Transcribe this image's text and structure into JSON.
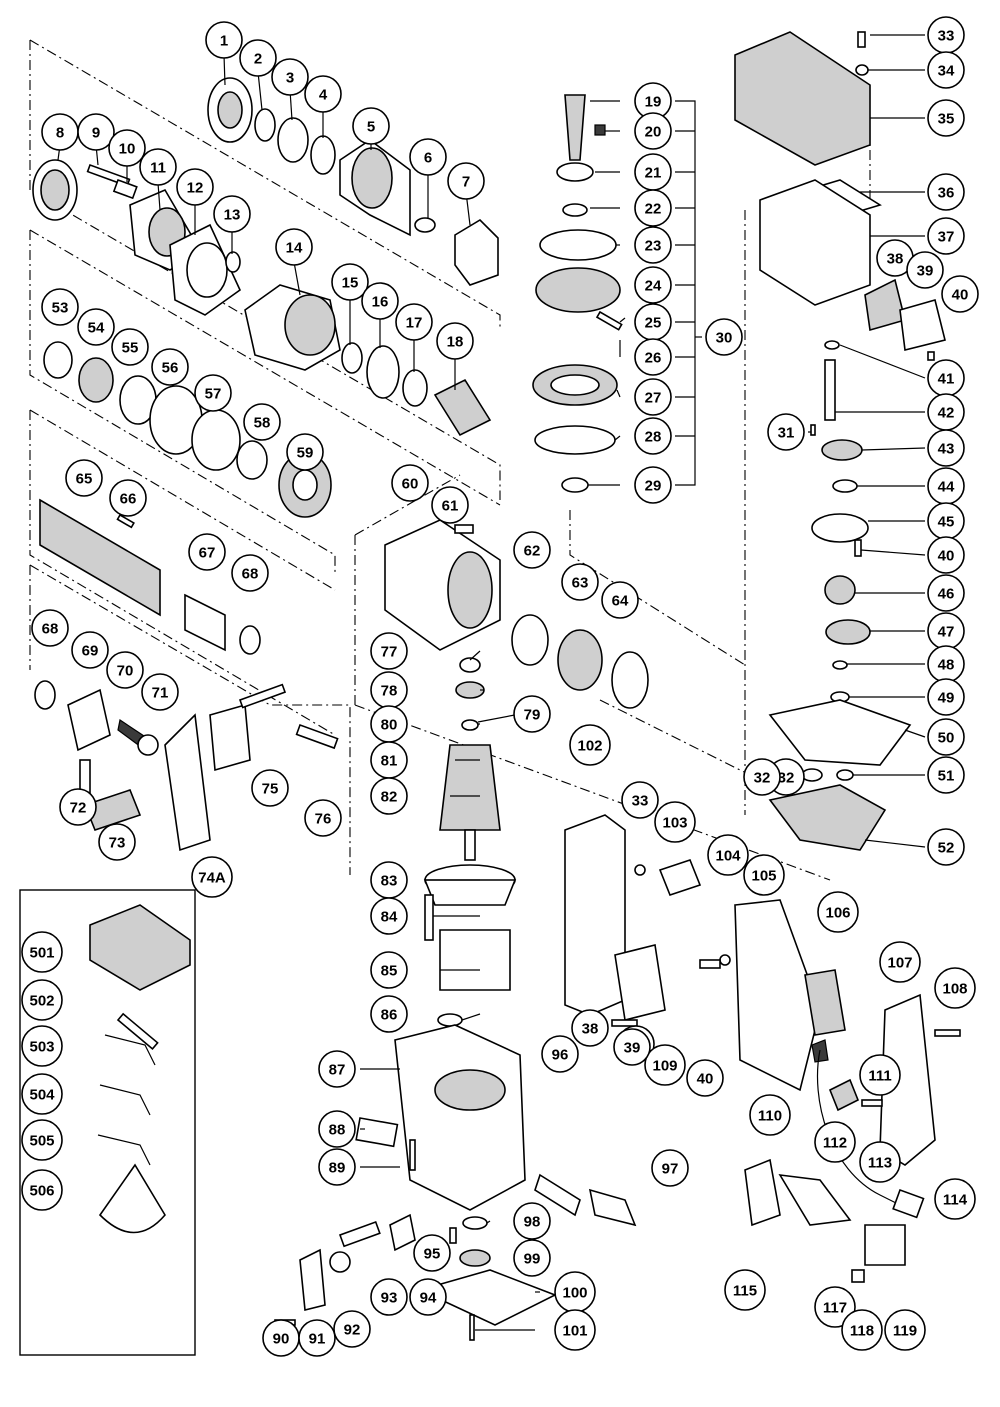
{
  "callouts": [
    {
      "label": "1",
      "kind": "part-number"
    },
    {
      "label": "2",
      "kind": "part-number"
    },
    {
      "label": "3",
      "kind": "part-number"
    },
    {
      "label": "4",
      "kind": "part-number"
    },
    {
      "label": "5",
      "kind": "part-number"
    },
    {
      "label": "6",
      "kind": "part-number"
    },
    {
      "label": "7",
      "kind": "part-number"
    },
    {
      "label": "8",
      "kind": "part-number"
    },
    {
      "label": "9",
      "kind": "part-number"
    },
    {
      "label": "10",
      "kind": "part-number"
    },
    {
      "label": "11",
      "kind": "part-number"
    },
    {
      "label": "12",
      "kind": "part-number"
    },
    {
      "label": "13",
      "kind": "part-number"
    },
    {
      "label": "14",
      "kind": "part-number"
    },
    {
      "label": "15",
      "kind": "part-number"
    },
    {
      "label": "16",
      "kind": "part-number"
    },
    {
      "label": "17",
      "kind": "part-number"
    },
    {
      "label": "18",
      "kind": "part-number"
    },
    {
      "label": "19",
      "kind": "part-number"
    },
    {
      "label": "20",
      "kind": "part-number"
    },
    {
      "label": "21",
      "kind": "part-number"
    },
    {
      "label": "22",
      "kind": "part-number"
    },
    {
      "label": "23",
      "kind": "part-number"
    },
    {
      "label": "24",
      "kind": "part-number"
    },
    {
      "label": "25",
      "kind": "part-number"
    },
    {
      "label": "26",
      "kind": "part-number"
    },
    {
      "label": "27",
      "kind": "part-number"
    },
    {
      "label": "28",
      "kind": "part-number"
    },
    {
      "label": "29",
      "kind": "part-number"
    },
    {
      "label": "30",
      "kind": "part-number"
    },
    {
      "label": "31",
      "kind": "part-number"
    },
    {
      "label": "32",
      "kind": "part-number"
    },
    {
      "label": "33",
      "kind": "part-number"
    },
    {
      "label": "34",
      "kind": "part-number"
    },
    {
      "label": "35",
      "kind": "part-number"
    },
    {
      "label": "36",
      "kind": "part-number"
    },
    {
      "label": "37",
      "kind": "part-number"
    },
    {
      "label": "38",
      "kind": "part-number"
    },
    {
      "label": "39",
      "kind": "part-number"
    },
    {
      "label": "40",
      "kind": "part-number"
    },
    {
      "label": "41",
      "kind": "part-number"
    },
    {
      "label": "42",
      "kind": "part-number"
    },
    {
      "label": "43",
      "kind": "part-number"
    },
    {
      "label": "44",
      "kind": "part-number"
    },
    {
      "label": "45",
      "kind": "part-number"
    },
    {
      "label": "40",
      "kind": "part-number"
    },
    {
      "label": "46",
      "kind": "part-number"
    },
    {
      "label": "47",
      "kind": "part-number"
    },
    {
      "label": "48",
      "kind": "part-number"
    },
    {
      "label": "49",
      "kind": "part-number"
    },
    {
      "label": "50",
      "kind": "part-number"
    },
    {
      "label": "32",
      "kind": "part-number"
    },
    {
      "label": "51",
      "kind": "part-number"
    },
    {
      "label": "52",
      "kind": "part-number"
    },
    {
      "label": "53",
      "kind": "part-number"
    },
    {
      "label": "54",
      "kind": "part-number"
    },
    {
      "label": "55",
      "kind": "part-number"
    },
    {
      "label": "56",
      "kind": "part-number"
    },
    {
      "label": "57",
      "kind": "part-number"
    },
    {
      "label": "58",
      "kind": "part-number"
    },
    {
      "label": "59",
      "kind": "part-number"
    },
    {
      "label": "60",
      "kind": "part-number"
    },
    {
      "label": "61",
      "kind": "part-number"
    },
    {
      "label": "62",
      "kind": "part-number"
    },
    {
      "label": "63",
      "kind": "part-number"
    },
    {
      "label": "64",
      "kind": "part-number"
    },
    {
      "label": "65",
      "kind": "part-number"
    },
    {
      "label": "66",
      "kind": "part-number"
    },
    {
      "label": "67",
      "kind": "part-number"
    },
    {
      "label": "68",
      "kind": "part-number"
    },
    {
      "label": "68",
      "kind": "part-number"
    },
    {
      "label": "69",
      "kind": "part-number"
    },
    {
      "label": "70",
      "kind": "part-number"
    },
    {
      "label": "71",
      "kind": "part-number"
    },
    {
      "label": "72",
      "kind": "part-number"
    },
    {
      "label": "73",
      "kind": "part-number"
    },
    {
      "label": "74A",
      "kind": "part-number"
    },
    {
      "label": "75",
      "kind": "part-number"
    },
    {
      "label": "76",
      "kind": "part-number"
    },
    {
      "label": "77",
      "kind": "part-number"
    },
    {
      "label": "78",
      "kind": "part-number"
    },
    {
      "label": "79",
      "kind": "part-number"
    },
    {
      "label": "80",
      "kind": "part-number"
    },
    {
      "label": "81",
      "kind": "part-number"
    },
    {
      "label": "82",
      "kind": "part-number"
    },
    {
      "label": "83",
      "kind": "part-number"
    },
    {
      "label": "84",
      "kind": "part-number"
    },
    {
      "label": "85",
      "kind": "part-number"
    },
    {
      "label": "86",
      "kind": "part-number"
    },
    {
      "label": "87",
      "kind": "part-number"
    },
    {
      "label": "88",
      "kind": "part-number"
    },
    {
      "label": "89",
      "kind": "part-number"
    },
    {
      "label": "90",
      "kind": "part-number"
    },
    {
      "label": "91",
      "kind": "part-number"
    },
    {
      "label": "92",
      "kind": "part-number"
    },
    {
      "label": "93",
      "kind": "part-number"
    },
    {
      "label": "94",
      "kind": "part-number"
    },
    {
      "label": "95",
      "kind": "part-number"
    },
    {
      "label": "96",
      "kind": "part-number"
    },
    {
      "label": "97",
      "kind": "part-number"
    },
    {
      "label": "97",
      "kind": "part-number"
    },
    {
      "label": "98",
      "kind": "part-number"
    },
    {
      "label": "99",
      "kind": "part-number"
    },
    {
      "label": "100",
      "kind": "part-number"
    },
    {
      "label": "101",
      "kind": "part-number"
    },
    {
      "label": "102",
      "kind": "part-number"
    },
    {
      "label": "33",
      "kind": "part-number"
    },
    {
      "label": "103",
      "kind": "part-number"
    },
    {
      "label": "104",
      "kind": "part-number"
    },
    {
      "label": "105",
      "kind": "part-number"
    },
    {
      "label": "106",
      "kind": "part-number"
    },
    {
      "label": "107",
      "kind": "part-number"
    },
    {
      "label": "108",
      "kind": "part-number"
    },
    {
      "label": "109",
      "kind": "part-number"
    },
    {
      "label": "40",
      "kind": "part-number"
    },
    {
      "label": "110",
      "kind": "part-number"
    },
    {
      "label": "111",
      "kind": "part-number"
    },
    {
      "label": "112",
      "kind": "part-number"
    },
    {
      "label": "113",
      "kind": "part-number"
    },
    {
      "label": "114",
      "kind": "part-number"
    },
    {
      "label": "115",
      "kind": "part-number"
    },
    {
      "label": "117",
      "kind": "part-number"
    },
    {
      "label": "118",
      "kind": "part-number"
    },
    {
      "label": "119",
      "kind": "part-number"
    },
    {
      "label": "38",
      "kind": "part-number"
    },
    {
      "label": "39",
      "kind": "part-number"
    },
    {
      "label": "501",
      "kind": "part-number"
    },
    {
      "label": "502",
      "kind": "part-number"
    },
    {
      "label": "503",
      "kind": "part-number"
    },
    {
      "label": "504",
      "kind": "part-number"
    },
    {
      "label": "505",
      "kind": "part-number"
    },
    {
      "label": "506",
      "kind": "part-number"
    }
  ],
  "colors": {
    "ink": "#000000",
    "paper": "#ffffff",
    "shade": "#cfcfcf"
  }
}
